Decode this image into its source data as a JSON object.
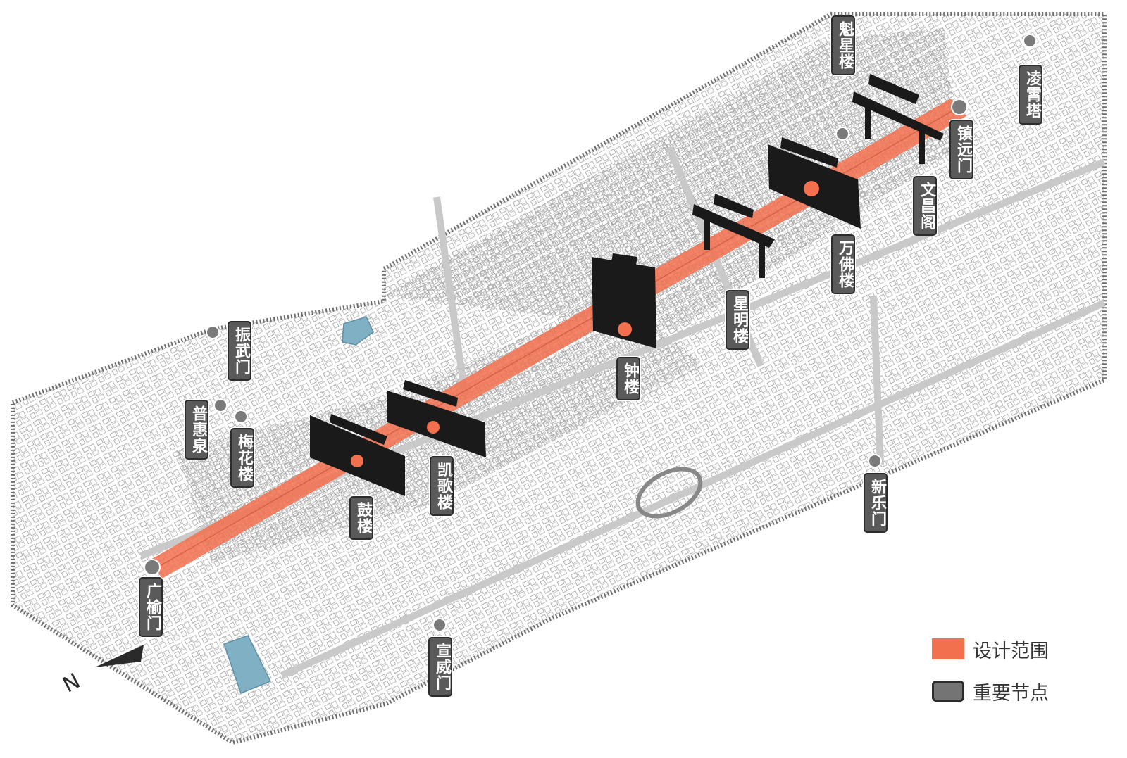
{
  "colors": {
    "design_range": "#f2704d",
    "node_dot": "#7a7a7a",
    "label_bg": "#5a5a5a",
    "water": "#7fb0c4",
    "wall": "#6e6e6e"
  },
  "labels": {
    "guangyumen": "广榆门",
    "zhenwumen": "振武门",
    "puhuiquan": "普惠泉",
    "meihualou": "梅花楼",
    "gulou": "鼓楼",
    "kaigelou": "凯歌楼",
    "zhonglou": "钟楼",
    "xingminglou": "星明楼",
    "wanfolou": "万佛楼",
    "wenchangge": "文昌阁",
    "zhenyuanmen": "镇远门",
    "kuixinglou": "魁星楼",
    "lingxiaota": "凌霄塔",
    "xinlemen": "新乐门",
    "xuanweimen": "宣威门"
  },
  "legend": {
    "design_range": "设计范围",
    "key_nodes": "重要节点"
  },
  "compass": {
    "north_letter": "N"
  }
}
